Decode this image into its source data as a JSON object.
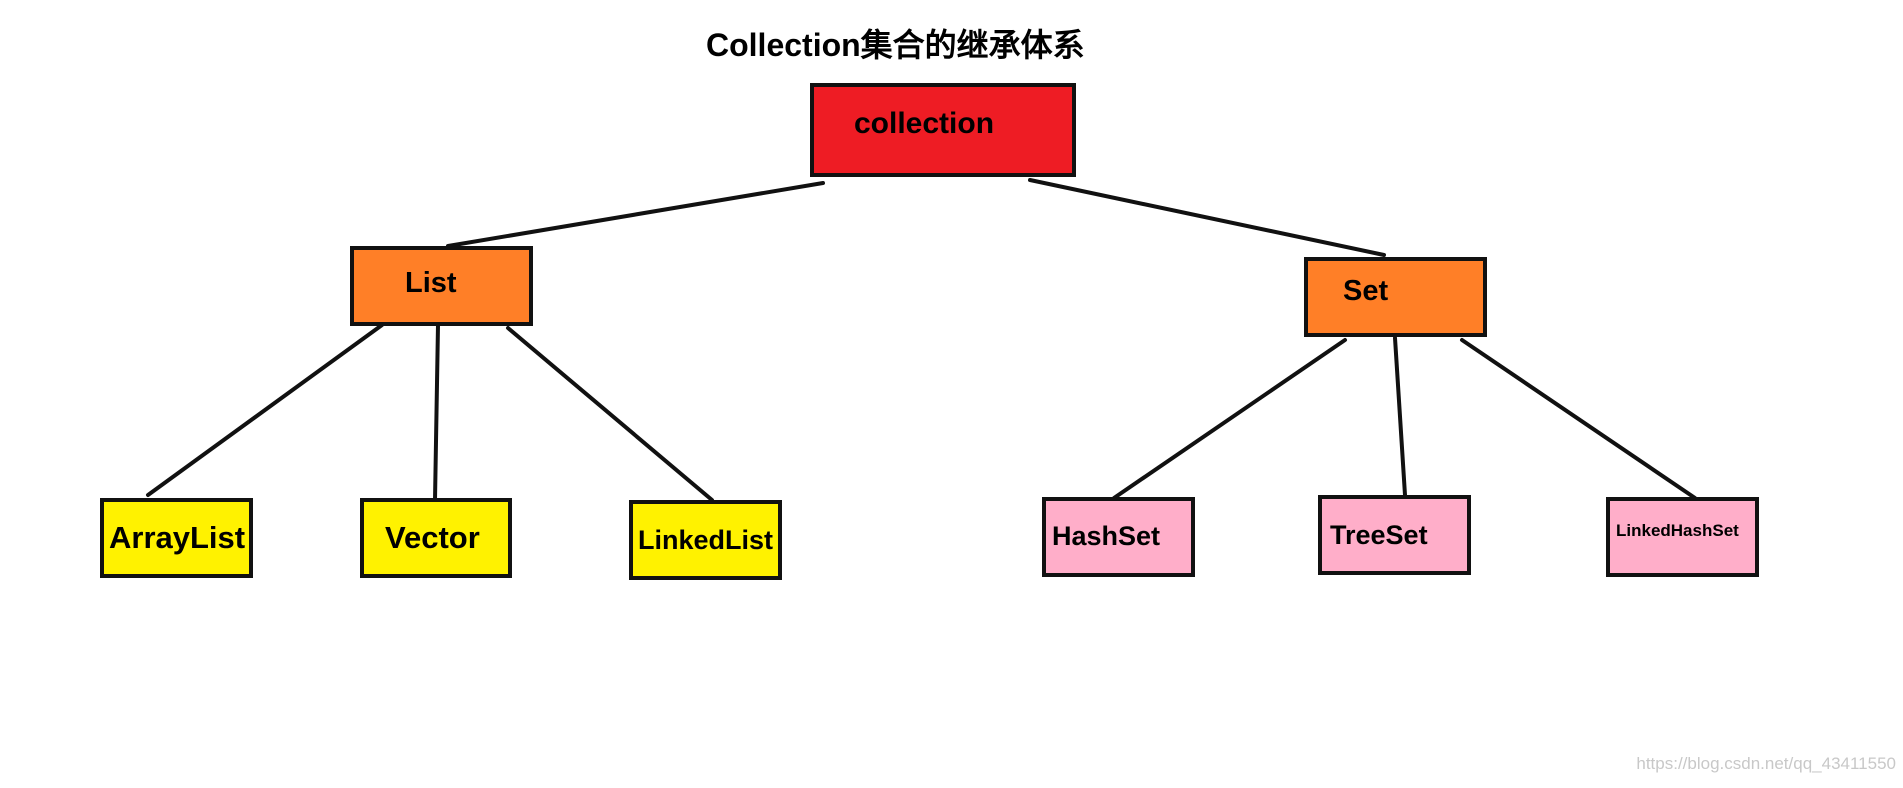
{
  "title": "Collection集合的继承体系",
  "colors": {
    "root_fill": "#ee1c24",
    "interface_fill": "#ff7f27",
    "list_impl_fill": "#fff200",
    "set_impl_fill": "#ffaec9",
    "stroke": "#111111"
  },
  "nodes": {
    "collection": {
      "label": "collection"
    },
    "list": {
      "label": "List"
    },
    "set": {
      "label": "Set"
    },
    "arraylist": {
      "label": "ArrayList"
    },
    "vector": {
      "label": "Vector"
    },
    "linkedlist": {
      "label": "LinkedList"
    },
    "hashset": {
      "label": "HashSet"
    },
    "treeset": {
      "label": "TreeSet"
    },
    "linkedhashset": {
      "label": "LinkedHashSet"
    }
  },
  "edges": [
    {
      "from": "collection",
      "to": "list"
    },
    {
      "from": "collection",
      "to": "set"
    },
    {
      "from": "list",
      "to": "arraylist"
    },
    {
      "from": "list",
      "to": "vector"
    },
    {
      "from": "list",
      "to": "linkedlist"
    },
    {
      "from": "set",
      "to": "hashset"
    },
    {
      "from": "set",
      "to": "treeset"
    },
    {
      "from": "set",
      "to": "linkedhashset"
    }
  ],
  "watermark": "https://blog.csdn.net/qq_43411550"
}
